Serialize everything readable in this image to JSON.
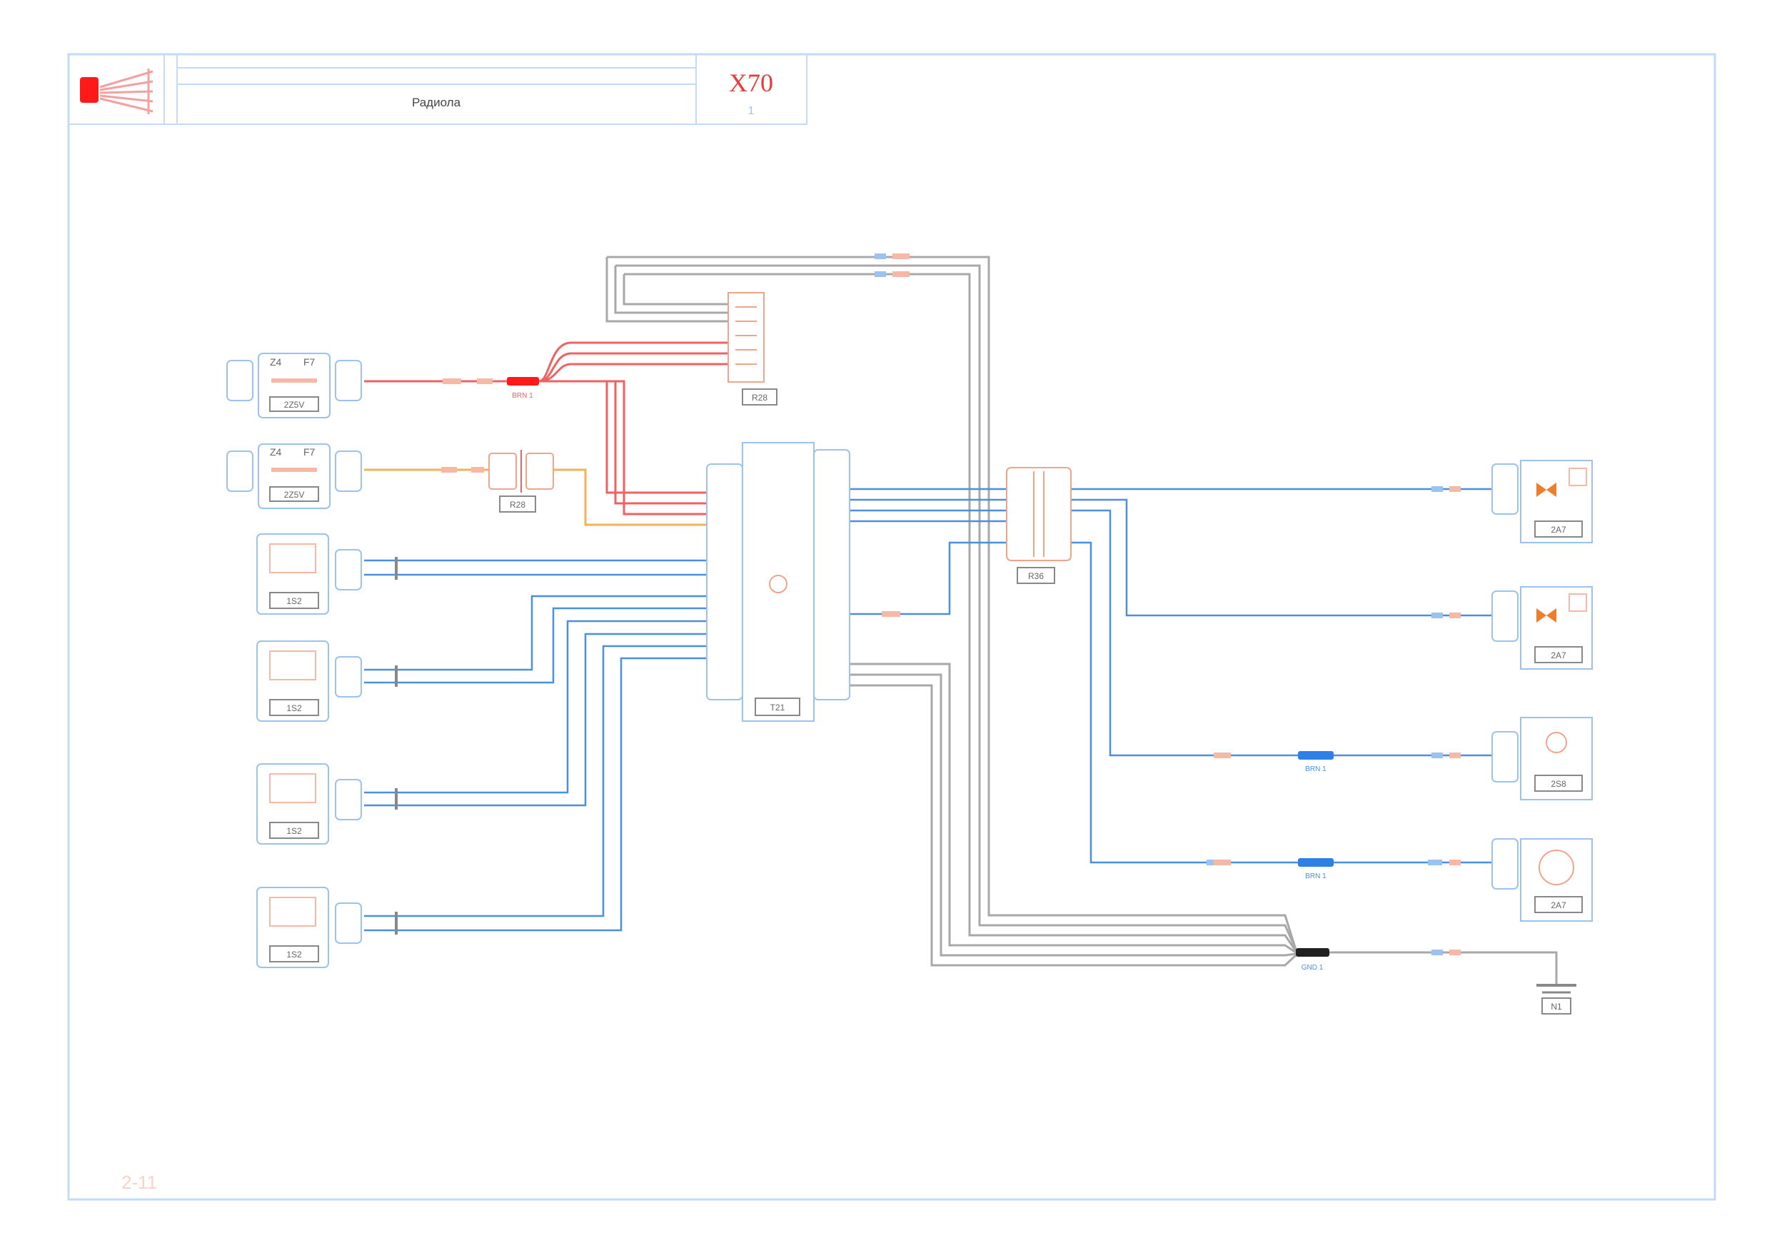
{
  "title_block": {
    "description": "Радиола",
    "model_code": "X70",
    "sub_code": "1",
    "page_number": "2-11"
  },
  "colors": {
    "frame": "#9cc2f2",
    "wire_blue": "#4a8fe0",
    "wire_red": "#f06262",
    "wire_gray": "#a8a8a8",
    "wire_orange": "#f2b25c",
    "accent_red": "#ff1a1a",
    "connector_blue": "#2f7fe8",
    "connector_black": "#202020",
    "label_pink": "#f3a38a",
    "brand": "#e83a3a"
  },
  "components": {
    "fuse_box_1": {
      "id": "2Z5V",
      "left": "Z4",
      "right": "F7"
    },
    "fuse_box_2": {
      "id": "2Z5V",
      "left": "Z4",
      "right": "F7"
    },
    "top_connector": {
      "id": "R28"
    },
    "mid_connector": {
      "id": "R28"
    },
    "radio_unit": {
      "id": "T21"
    },
    "junction": {
      "id": "R36"
    },
    "speaker_1": {
      "id": "1S2"
    },
    "speaker_2": {
      "id": "1S2"
    },
    "speaker_3": {
      "id": "1S2"
    },
    "speaker_4": {
      "id": "1S2"
    },
    "right_1": {
      "id": "2A7"
    },
    "right_2": {
      "id": "2A7"
    },
    "right_3": {
      "id": "2S8"
    },
    "right_4": {
      "id": "2A7"
    },
    "ground": {
      "id": "N1"
    }
  },
  "connector_labels": {
    "red_splice": "BRN 1",
    "blue_splice_1": "BRN 1",
    "blue_splice_2": "BRN 1",
    "black_splice": "GND 1"
  }
}
